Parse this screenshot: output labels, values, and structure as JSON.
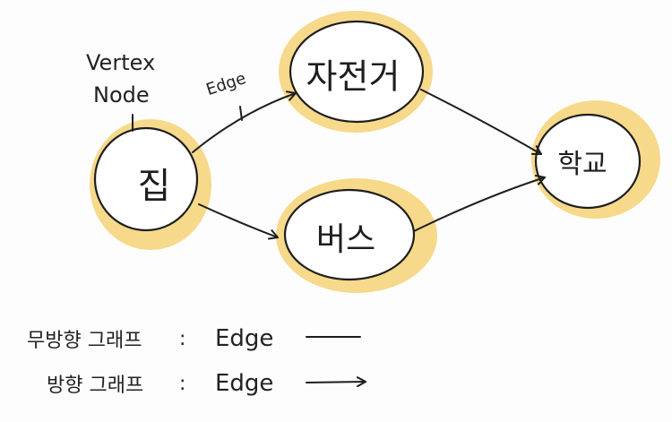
{
  "annotations": {
    "vertex": "Vertex",
    "node": "Node",
    "edge": "Edge"
  },
  "nodes": [
    {
      "id": "home",
      "label": "집"
    },
    {
      "id": "bicycle",
      "label": "자전거"
    },
    {
      "id": "bus",
      "label": "버스"
    },
    {
      "id": "school",
      "label": "학교"
    }
  ],
  "edges": [
    {
      "from": "home",
      "to": "bicycle"
    },
    {
      "from": "home",
      "to": "bus"
    },
    {
      "from": "bicycle",
      "to": "school"
    },
    {
      "from": "bus",
      "to": "school"
    }
  ],
  "legend": [
    {
      "graph": "무방향 그래프",
      "sep": ":",
      "edge": "Edge",
      "symbol": "line"
    },
    {
      "graph": "방향 그래프",
      "sep": ":",
      "edge": "Edge",
      "symbol": "arrow"
    }
  ],
  "colors": {
    "highlight": "#f6d98a",
    "ink": "#1e1e1e"
  }
}
